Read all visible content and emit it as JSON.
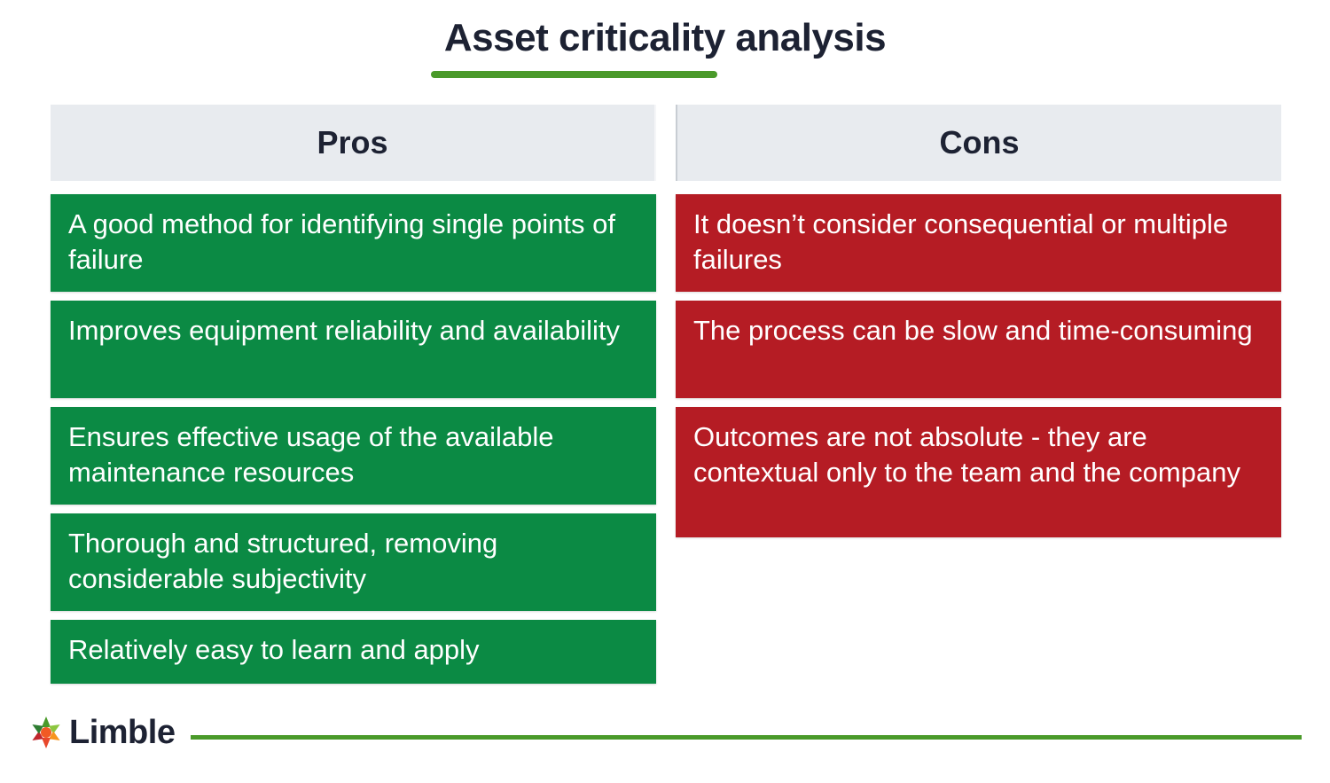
{
  "title": "Asset criticality analysis",
  "pros": {
    "header": "Pros",
    "items": [
      "A good method for identifying single points of failure",
      "Improves equipment reliability and availability",
      "Ensures effective usage of the available maintenance resources",
      "Thorough and structured, removing considerable subjectivity",
      "Relatively easy to learn and apply"
    ]
  },
  "cons": {
    "header": "Cons",
    "items": [
      "It doesn’t consider consequential or multiple failures",
      "The process can be slow and time-consuming",
      "Outcomes are not absolute - they are contextual only to the team and the company"
    ]
  },
  "brand": {
    "name": "Limble",
    "icon": "limble-logo-icon"
  },
  "colors": {
    "pro": "#0b8a44",
    "con": "#b51c24",
    "accent": "#4a9a2a",
    "header_bg": "#e8ebef",
    "text_dark": "#1d2233"
  }
}
